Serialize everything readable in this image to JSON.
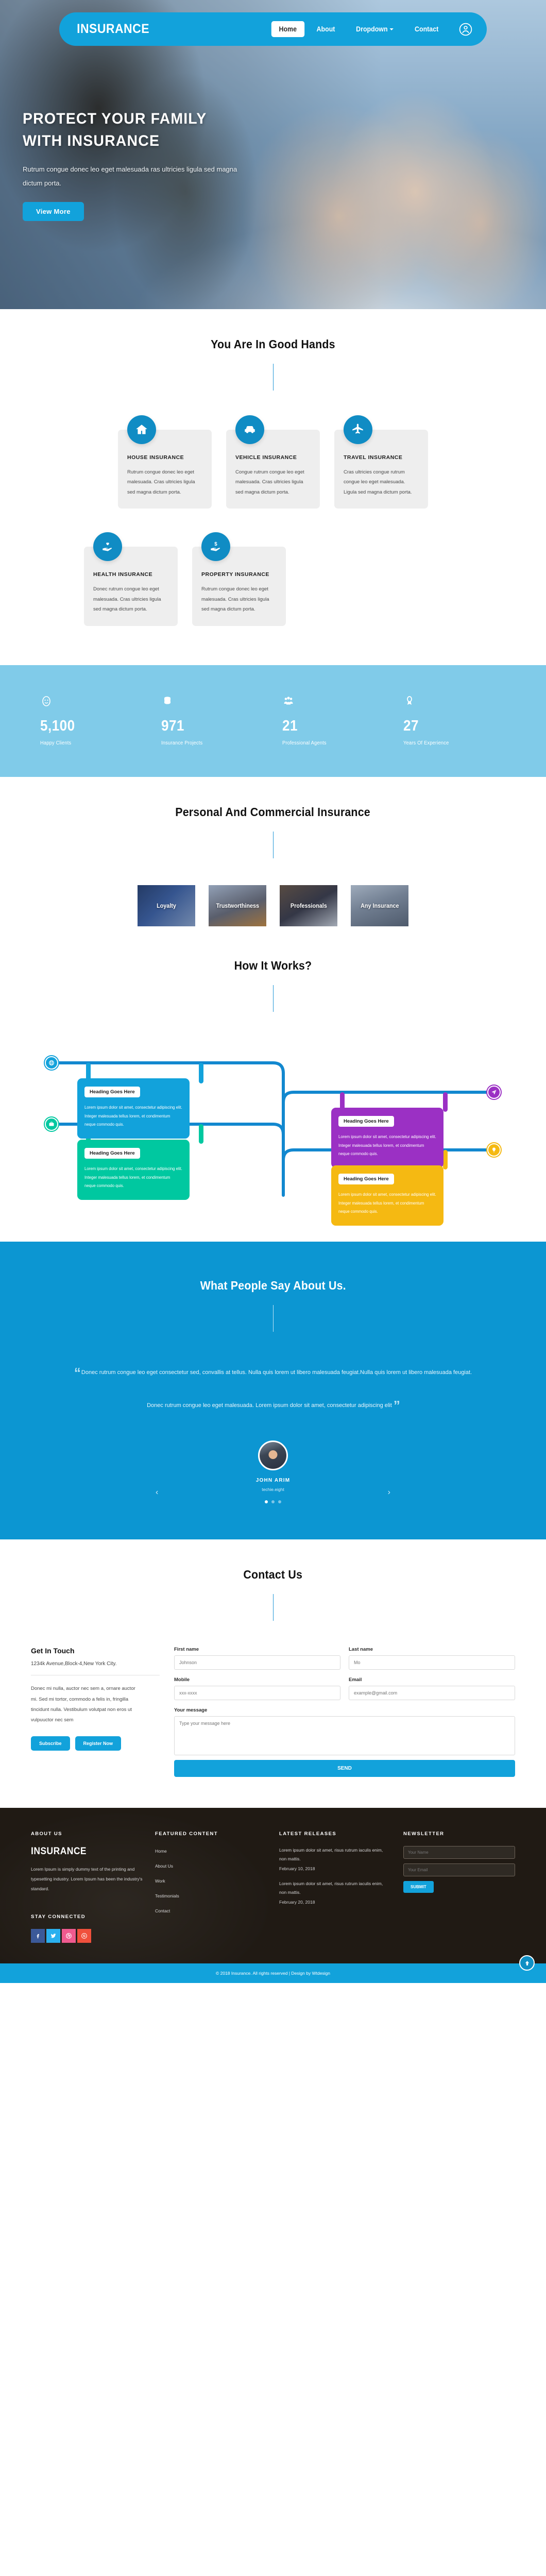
{
  "nav": {
    "brand": "INSURANCE",
    "links": [
      {
        "label": "Home",
        "active": true
      },
      {
        "label": "About",
        "active": false
      },
      {
        "label": "Dropdown",
        "active": false,
        "caret": true
      },
      {
        "label": "Contact",
        "active": false
      }
    ],
    "user_icon": "user-circle-icon"
  },
  "hero": {
    "title_line1": "PROTECT YOUR FAMILY",
    "title_line2": "WITH INSURANCE",
    "subtitle": "Rutrum congue donec leo eget malesuada ras ultricies ligula sed magna dictum porta.",
    "button": "View More"
  },
  "services": {
    "title": "You Are In Good Hands",
    "cards": [
      {
        "icon": "house-icon",
        "title": "HOUSE INSURANCE",
        "text": "Rutrum congue donec leo eget malesuada. Cras ultricies ligula sed magna dictum porta."
      },
      {
        "icon": "car-icon",
        "title": "VEHICLE INSURANCE",
        "text": "Congue rutrum congue leo eget malesuada. Cras ultricies ligula sed magna dictum porta."
      },
      {
        "icon": "plane-icon",
        "title": "TRAVEL INSURANCE",
        "text": "Cras ultricies congue rutrum congue leo eget malesuada. Ligula sed magna dictum porta."
      },
      {
        "icon": "hand-heart-icon",
        "title": "HEALTH INSURANCE",
        "text": "Donec rutrum congue leo eget malesuada. Cras ultricies ligula sed magna dictum porta."
      },
      {
        "icon": "hand-dollar-icon",
        "title": "PROPERTY INSURANCE",
        "text": "Rutrum congue donec leo eget malesuada. Cras ultricies ligula sed magna dictum porta."
      }
    ]
  },
  "stats": [
    {
      "icon": "smiley-icon",
      "number": "5,100",
      "label": "Happy Clients"
    },
    {
      "icon": "database-icon",
      "number": "971",
      "label": "Insurance Projects"
    },
    {
      "icon": "people-icon",
      "number": "21",
      "label": "Professional Agents"
    },
    {
      "icon": "award-icon",
      "number": "27",
      "label": "Years Of Experience"
    }
  ],
  "personal": {
    "title": "Personal And Commercial Insurance",
    "tiles": [
      {
        "label": "Loyalty"
      },
      {
        "label": "Trustworthiness"
      },
      {
        "label": "Professionals"
      },
      {
        "label": "Any Insurance"
      }
    ]
  },
  "how": {
    "title": "How It Works?",
    "steps": [
      {
        "icon": "globe-icon",
        "color": "#12a2db",
        "heading": "Heading Goes Here",
        "text": "Lorem ipsum dolor sit amet, consectetur adipiscing elit. Integer malesuada tellus lorem, et condimentum neque commodo quis."
      },
      {
        "icon": "paper-plane-icon",
        "color": "#9b30c4",
        "heading": "Heading Goes Here",
        "text": "Lorem ipsum dolor sit amet, consectetur adipiscing elit. Integer malesuada tellus lorem, et condimentum neque commodo quis."
      },
      {
        "icon": "briefcase-icon",
        "color": "#00c8a0",
        "heading": "Heading Goes Here",
        "text": "Lorem ipsum dolor sit amet, consectetur adipiscing elit. Integer malesuada tellus lorem, et condimentum neque commodo quis."
      },
      {
        "icon": "lightbulb-icon",
        "color": "#f5b912",
        "heading": "Heading Goes Here",
        "text": "Lorem ipsum dolor sit amet, consectetur adipiscing elit. Integer malesuada tellus lorem, et condimentum neque commodo quis."
      }
    ]
  },
  "testimonial": {
    "title": "What People Say About Us.",
    "quote": "Donec rutrum congue leo eget consectetur sed, convallis at tellus. Nulla quis lorem ut libero malesuada feugiat.Nulla quis lorem ut libero malesuada feugiat. Donec rutrum congue leo eget malesuada. Lorem ipsum dolor sit amet, consectetur adipiscing elit",
    "quote_open": "“",
    "quote_close": "”",
    "name": "JOHN ARIM",
    "role": "techie.eight",
    "prev_arrow": "‹",
    "next_arrow": "›"
  },
  "contact": {
    "title": "Contact Us",
    "get_in_touch_title": "Get In Touch",
    "address": "1234k Avenue,Block-4,New York City.",
    "body": "Donec mi nulla, auctor nec sem a, ornare auctor mi. Sed mi tortor, commodo a felis in, fringilla tincidunt nulla. Vestibulum volutpat non eros ut vulpuuctor nec sem",
    "btn_subscribe": "Subscribe",
    "btn_register": "Register Now",
    "form": {
      "first_name_label": "First name",
      "first_name_placeholder": "Johnson",
      "last_name_label": "Last name",
      "last_name_placeholder": "Mo",
      "mobile_label": "Mobile",
      "mobile_placeholder": "xxx-xxxx",
      "email_label": "Email",
      "email_placeholder": "example@gmail.com",
      "message_label": "Your message",
      "message_placeholder": "Type your message here",
      "send_label": "SEND"
    }
  },
  "footer": {
    "about": {
      "head": "ABOUT US",
      "logo": "INSURANCE",
      "text": "Lorem Ipsum is simply dummy text of the printing and typesetting industry. Lorem Ipsum has been the industry's standard."
    },
    "featured": {
      "head": "FEATURED CONTENT",
      "links": [
        "Home",
        "About Us",
        "Work",
        "Testimonials",
        "Contact"
      ]
    },
    "releases": {
      "head": "LATEST RELEASES",
      "items": [
        {
          "text": "Lorem ipsum dolor sit amet, risus rutrum iaculis enim, non mattis.",
          "date": "February 10, 2018"
        },
        {
          "text": "Lorem ipsum dolor sit amet, risus rutrum iaculis enim, non mattis.",
          "date": "February 20, 2018"
        }
      ]
    },
    "newsletter": {
      "head": "NEWSLETTER",
      "name_placeholder": "Your Name",
      "email_placeholder": "Your Email",
      "submit": "SUBMIT"
    },
    "stay_connected": "STAY CONNECTED",
    "socials": [
      {
        "name": "facebook-icon",
        "cls": "fb"
      },
      {
        "name": "twitter-icon",
        "cls": "tw"
      },
      {
        "name": "dribbble-icon",
        "cls": "dr"
      },
      {
        "name": "google-plus-icon",
        "cls": "gp"
      }
    ],
    "copyright": "© 2018 Insurance. All rights reserved | Design by Wtdesign",
    "to_top_icon": "arrow-up-icon"
  },
  "colors": {
    "brand_blue": "#12a2db",
    "stats_blue": "#80cbe9",
    "testimonial_blue": "#0c96d2",
    "card_grey": "#eeeeee"
  }
}
